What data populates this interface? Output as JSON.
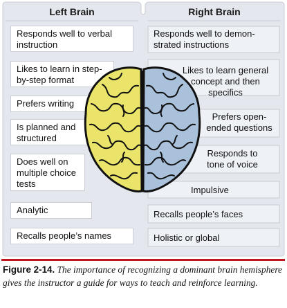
{
  "headers": {
    "left": "Left Brain",
    "right": "Right Brain"
  },
  "left_items": [
    "Responds well to verbal instruction",
    "Likes to learn in step-by-step format",
    "Prefers writing",
    "Is planned and structured",
    "Does well on multiple choice tests",
    "Analytic",
    "Recalls people’s names"
  ],
  "right_items": [
    "Responds well to demon-strated instructions",
    "Likes to learn general concept and then specifics",
    "Prefers open-ended questions",
    "Responds to tone of voice",
    "Impulsive",
    "Recalls people’s faces",
    "Holistic or global"
  ],
  "caption": {
    "figure_label": "Figure 2-14.",
    "text": "The importance of recognizing a dominant brain hemisphere gives the instructor a guide for ways to teach and reinforce learning."
  },
  "colors": {
    "left_hemisphere": "#eae56a",
    "right_hemisphere": "#a9c1db",
    "panel_bg": "#e4e7ee",
    "right_box_bg": "#e7ebf1",
    "caption_rule": "#c0161d"
  }
}
